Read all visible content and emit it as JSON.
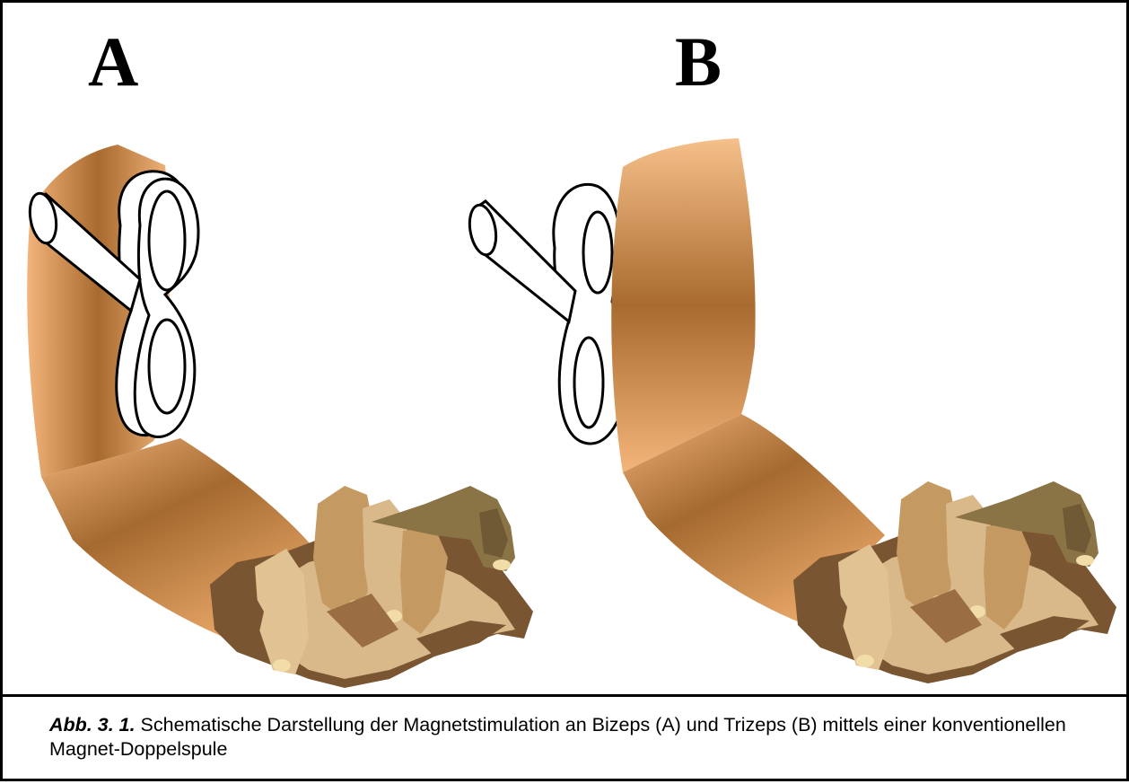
{
  "panels": {
    "a": {
      "label": "A"
    },
    "b": {
      "label": "B"
    }
  },
  "caption": {
    "lead": "Abb. 3. 1.",
    "text": " Schematische Darstellung der Magnetstimulation an Bizeps (A) und Trizeps (B) mittels einer konventionellen Magnet-Doppelspule"
  },
  "colors": {
    "arm_light": "#f4b97c",
    "arm_dark": "#a86a2e",
    "hand_light": "#d9b88a",
    "hand_mid": "#c59a62",
    "hand_dark": "#7a5532",
    "hand_olive": "#8a7345",
    "nail": "#f2dca8",
    "coil_fill": "#ffffff",
    "outline": "#000000"
  }
}
